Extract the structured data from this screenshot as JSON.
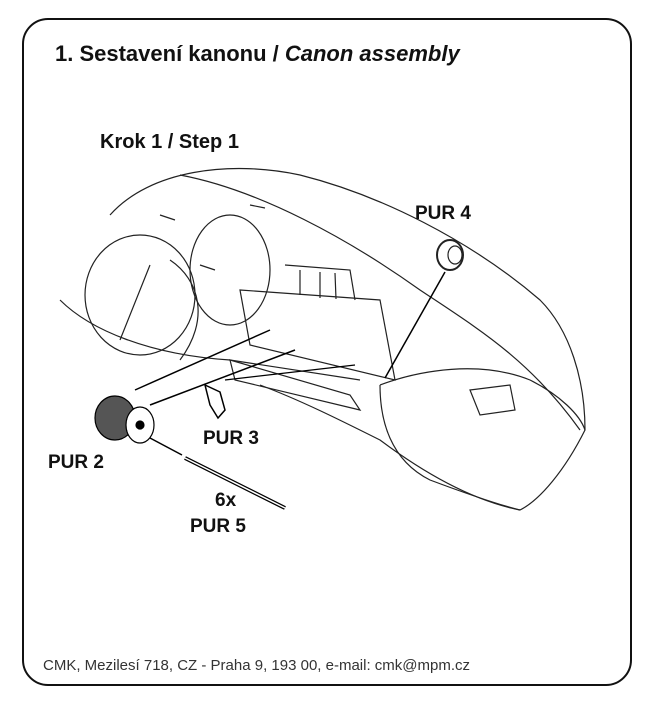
{
  "title": {
    "cz": "1. Sestavení kanonu /",
    "en": "Canon assembly"
  },
  "step": "Krok 1 / Step 1",
  "parts": {
    "pur4": "PUR 4",
    "pur3": "PUR 3",
    "pur2": "PUR 2",
    "pur5_qty": "6x",
    "pur5": "PUR 5"
  },
  "footer": "CMK, Mezilesí 718, CZ - Praha 9, 193 00, e-mail: cmk@mpm.cz"
}
